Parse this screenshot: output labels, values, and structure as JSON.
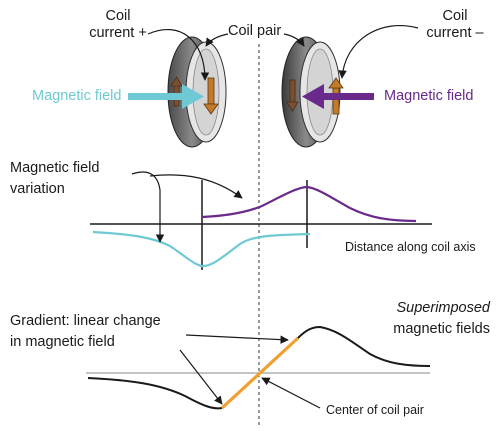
{
  "labels": {
    "coil_current_plus_1": "Coil",
    "coil_current_plus_2": "current +",
    "coil_pair": "Coil pair",
    "coil_current_minus_1": "Coil",
    "coil_current_minus_2": "current –",
    "magnetic_field_left": "Magnetic field",
    "magnetic_field_right": "Magnetic field",
    "field_variation_1": "Magnetic field",
    "field_variation_2": "variation",
    "distance_axis": "Distance along coil axis",
    "superimposed_1": "Superimposed",
    "superimposed_2": "magnetic fields",
    "gradient_1": "Gradient: linear change",
    "gradient_2": "in magnetic field",
    "center_of_coil_pair": "Center of coil pair"
  },
  "colors": {
    "cyan_field": "#6ec9d4",
    "purple_field": "#6a2a8c",
    "gradient_orange": "#f0a030",
    "coil_dark": "#555555",
    "coil_light": "#d9d9d9",
    "arrow_current": "#c47a28"
  }
}
